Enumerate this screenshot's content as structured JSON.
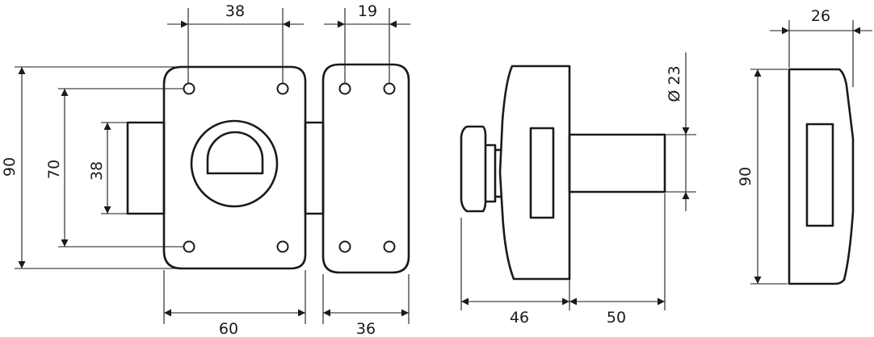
{
  "front_view": {
    "dim_top": "38",
    "dim_bottom": "60",
    "dim_left_outer": "90",
    "dim_left_mid": "70",
    "dim_left_inner": "38"
  },
  "keeper_view": {
    "dim_top": "19",
    "dim_bottom": "36"
  },
  "side_view": {
    "dim_diameter": "Ø 23",
    "dim_body": "46",
    "dim_bolt": "50"
  },
  "keeper_side_view": {
    "dim_top": "26",
    "dim_height": "90"
  },
  "colors": {
    "line": "#1a1a1a",
    "background": "#ffffff"
  }
}
